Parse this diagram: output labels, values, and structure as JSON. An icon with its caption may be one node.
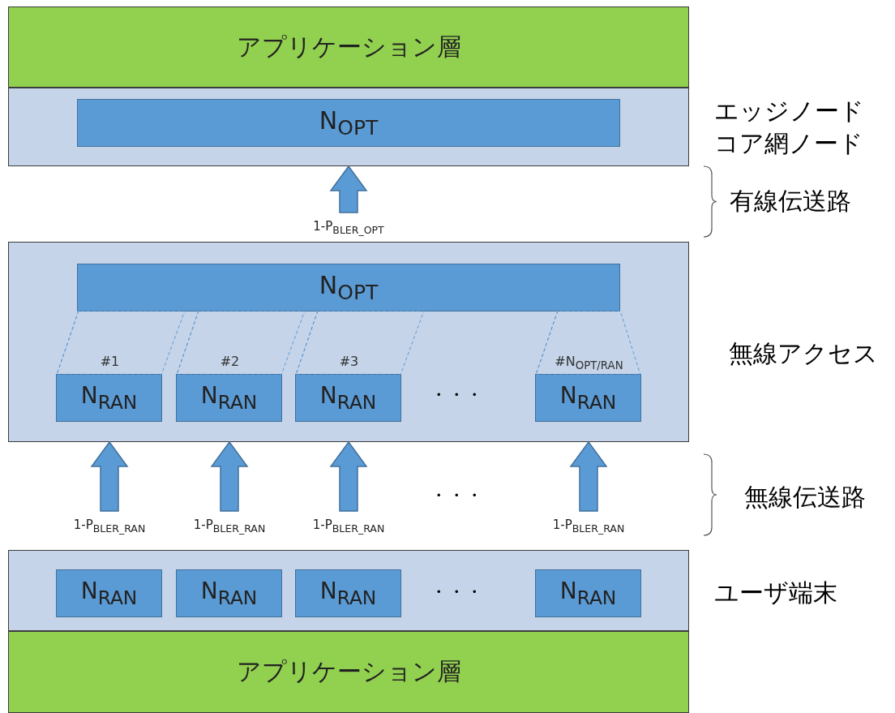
{
  "diagram": {
    "nodes": [
      {
        "text": [
          "アプリケーション層"
        ]
      },
      {
        "text": [
          "エッジノード",
          "コア網ノード"
        ]
      },
      {
        "text": [
          "N$_{OPT}$"
        ],
        "in": 1
      },
      {
        "text": [
          "無線アクセス"
        ]
      },
      {
        "text": [
          "N$_{OPT}$"
        ],
        "in": 3
      },
      {
        "text": [
          "N$_{RAN}$"
        ],
        "in": 3,
        "beside": [
          "#1"
        ]
      },
      {
        "text": [
          "N$_{RAN}$"
        ],
        "in": 3,
        "beside": [
          "#2"
        ]
      },
      {
        "text": [
          "N$_{RAN}$"
        ],
        "in": 3,
        "beside": [
          "#3"
        ]
      },
      {
        "text": [
          "N$_{RAN}$"
        ],
        "in": 3,
        "beside": [
          "#N$_{OPT/RAN}$"
        ]
      },
      {
        "text": [
          "ユーザ端末"
        ]
      },
      {
        "text": [
          "N$_{RAN}$"
        ],
        "in": 9
      },
      {
        "text": [
          "N$_{RAN}$"
        ],
        "in": 9
      },
      {
        "text": [
          "N$_{RAN}$"
        ],
        "in": 9
      },
      {
        "text": [
          "N$_{RAN}$"
        ],
        "in": 9
      },
      {
        "text": [
          "アプリケーション層"
        ]
      }
    ],
    "edges": [
      {
        "from": 3,
        "to": 1,
        "arrow": "to",
        "label": "1-P$_{BLER_OPT}$"
      },
      {
        "from": 4,
        "to": 5,
        "arrow": "none",
        "style": "dashed"
      },
      {
        "from": 4,
        "to": 6,
        "arrow": "none",
        "style": "dashed"
      },
      {
        "from": 4,
        "to": 7,
        "arrow": "none",
        "style": "dashed"
      },
      {
        "from": 4,
        "to": 8,
        "arrow": "none",
        "style": "dashed"
      },
      {
        "from": 9,
        "to": 3,
        "arrow": "to",
        "label": "1-P$_{BLER_RAN}$"
      },
      {
        "from": 9,
        "to": 3,
        "arrow": "to",
        "label": "1-P$_{BLER_RAN}$"
      },
      {
        "from": 9,
        "to": 3,
        "arrow": "to",
        "label": "1-P$_{BLER_RAN}$"
      },
      {
        "from": 9,
        "to": 3,
        "arrow": "to",
        "label": "1-P$_{BLER_RAN}$"
      }
    ],
    "labels": [
      "有線伝送路",
      "・・・",
      "無線伝送路",
      "・・・",
      "・・・"
    ]
  }
}
